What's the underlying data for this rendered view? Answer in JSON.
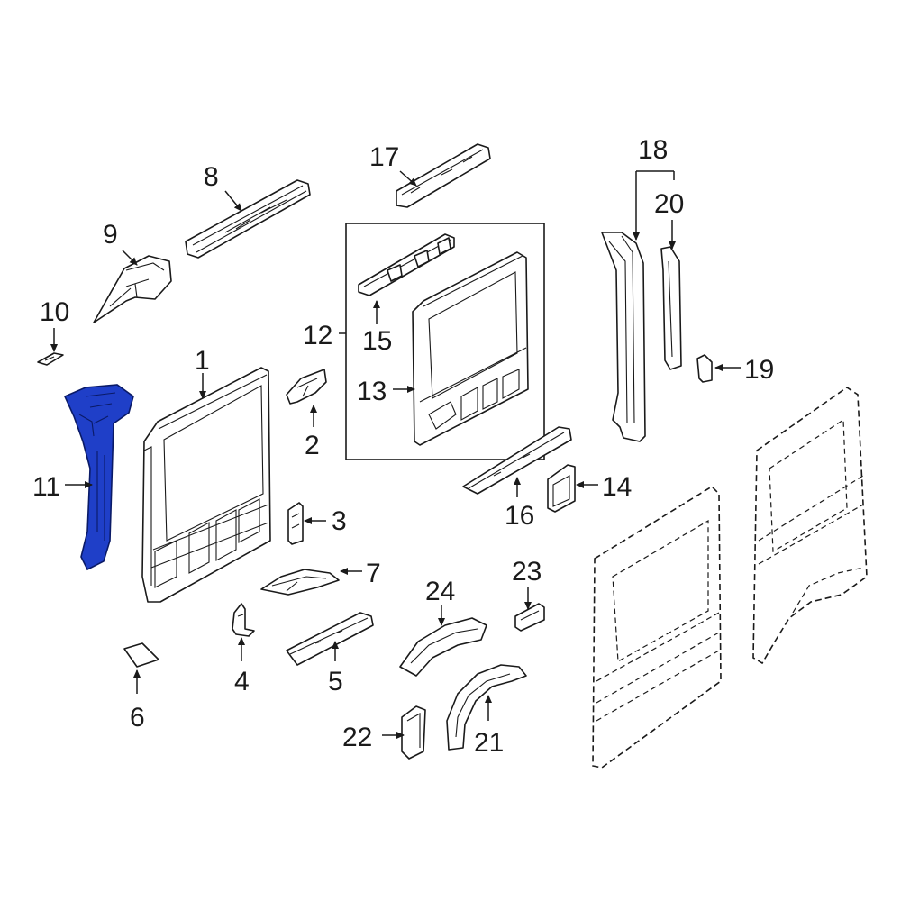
{
  "diagram": {
    "highlight_color": "#1f3fc8",
    "line_color": "#1a1a1a",
    "background": "#ffffff",
    "callouts": [
      {
        "id": "1",
        "label": "1"
      },
      {
        "id": "2",
        "label": "2"
      },
      {
        "id": "3",
        "label": "3"
      },
      {
        "id": "4",
        "label": "4"
      },
      {
        "id": "5",
        "label": "5"
      },
      {
        "id": "6",
        "label": "6"
      },
      {
        "id": "7",
        "label": "7"
      },
      {
        "id": "8",
        "label": "8"
      },
      {
        "id": "9",
        "label": "9"
      },
      {
        "id": "10",
        "label": "10"
      },
      {
        "id": "11",
        "label": "11",
        "highlighted": true
      },
      {
        "id": "12",
        "label": "12"
      },
      {
        "id": "13",
        "label": "13"
      },
      {
        "id": "14",
        "label": "14"
      },
      {
        "id": "15",
        "label": "15"
      },
      {
        "id": "16",
        "label": "16"
      },
      {
        "id": "17",
        "label": "17"
      },
      {
        "id": "18",
        "label": "18"
      },
      {
        "id": "19",
        "label": "19"
      },
      {
        "id": "20",
        "label": "20"
      },
      {
        "id": "21",
        "label": "21"
      },
      {
        "id": "22",
        "label": "22"
      },
      {
        "id": "23",
        "label": "23"
      },
      {
        "id": "24",
        "label": "24"
      }
    ]
  }
}
